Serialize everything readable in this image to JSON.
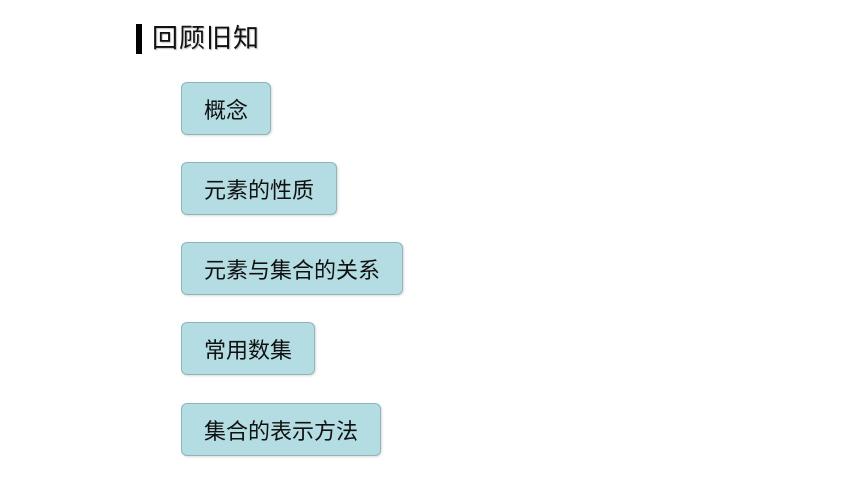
{
  "header": {
    "title": "回顾旧知"
  },
  "topics": [
    {
      "label": "概念"
    },
    {
      "label": "元素的性质"
    },
    {
      "label": "元素与集合的关系"
    },
    {
      "label": "常用数集"
    },
    {
      "label": "集合的表示方法"
    }
  ],
  "colors": {
    "box_fill": "#b4dde3",
    "box_border": "#8fb5ba",
    "text": "#111111"
  }
}
